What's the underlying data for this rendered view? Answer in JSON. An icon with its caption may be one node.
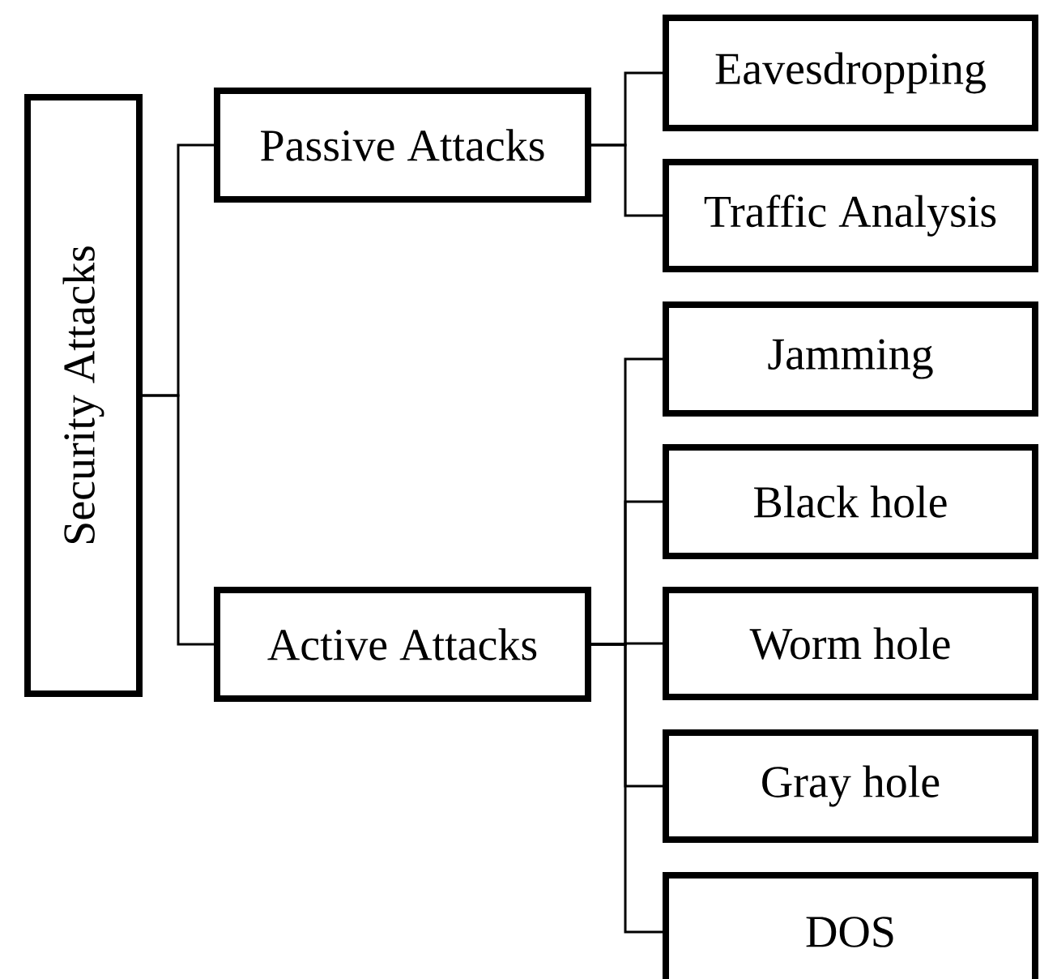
{
  "diagram": {
    "nodes": [
      {
        "text": [
          "Security Attacks"
        ]
      },
      {
        "text": [
          "Passive Attacks"
        ]
      },
      {
        "text": [
          "Active Attacks"
        ]
      },
      {
        "text": [
          "Eavesdropping"
        ]
      },
      {
        "text": [
          "Traffic Analysis"
        ]
      },
      {
        "text": [
          "Jamming"
        ]
      },
      {
        "text": [
          "Black hole"
        ]
      },
      {
        "text": [
          "Worm hole"
        ]
      },
      {
        "text": [
          "Gray hole"
        ]
      },
      {
        "text": [
          "DOS"
        ]
      }
    ],
    "edges": [
      {
        "from": 0,
        "to": 1,
        "arrow": "none"
      },
      {
        "from": 0,
        "to": 2,
        "arrow": "none"
      },
      {
        "from": 1,
        "to": 3,
        "arrow": "none"
      },
      {
        "from": 1,
        "to": 4,
        "arrow": "none"
      },
      {
        "from": 2,
        "to": 5,
        "arrow": "none"
      },
      {
        "from": 2,
        "to": 6,
        "arrow": "none"
      },
      {
        "from": 2,
        "to": 7,
        "arrow": "none"
      },
      {
        "from": 2,
        "to": 8,
        "arrow": "none"
      },
      {
        "from": 2,
        "to": 9,
        "arrow": "none"
      }
    ]
  }
}
